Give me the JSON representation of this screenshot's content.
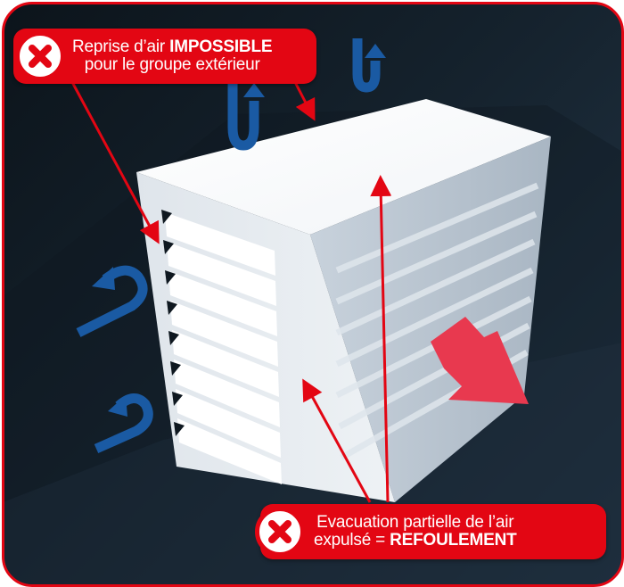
{
  "diagram": {
    "subject": "Groupe extérieur (air conditioning outdoor unit) inside a louvered cover",
    "colors": {
      "frame_border": "#e30613",
      "callout_bg": "#e30613",
      "intake_arrow": "#1a5aa3",
      "exhaust_arrow": "#e8394f",
      "background": "#15222d"
    },
    "callouts": [
      {
        "id": "air-intake",
        "icon": "close-circle-icon",
        "line1": "Reprise d’air ",
        "line1_bold": "IMPOSSIBLE",
        "line2": "pour le groupe extérieur"
      },
      {
        "id": "air-exhaust",
        "icon": "close-circle-icon",
        "line1": "Evacuation partielle de l’air",
        "line2": "expulsé = ",
        "line2_bold": "REFOULEMENT"
      }
    ],
    "arrows": {
      "intake_blue_count": 4,
      "exhaust_red_count": 1,
      "pointer_lines": 4
    }
  }
}
